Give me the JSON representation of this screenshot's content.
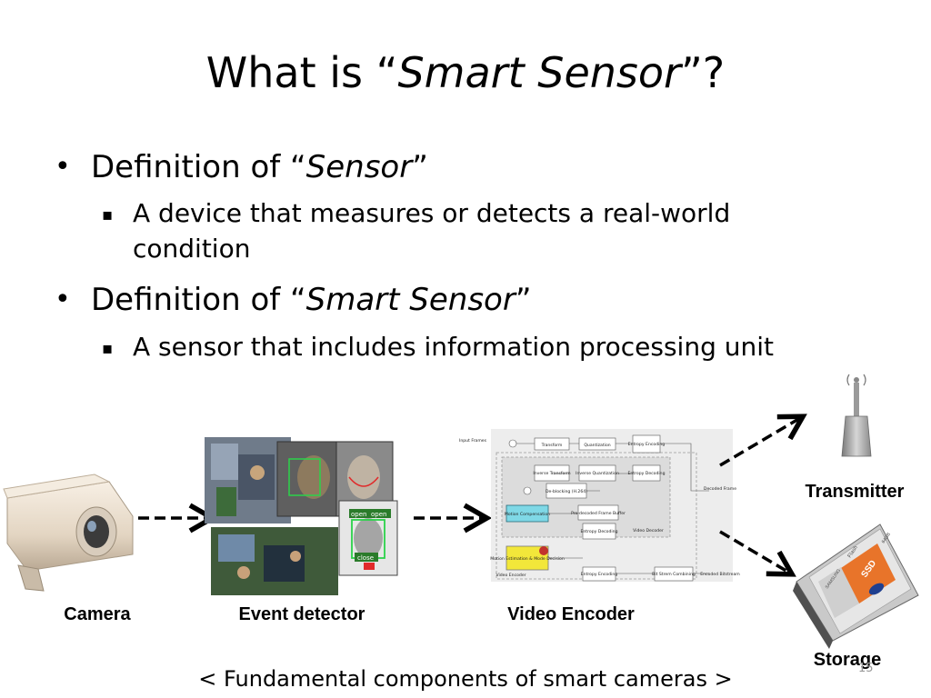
{
  "slide": {
    "title_before": "What is “",
    "title_em": "Smart Sensor",
    "title_after": "”?",
    "bullets": [
      {
        "marker": "•",
        "text_before": "Definition of “",
        "text_em": "Sensor",
        "text_after": "”",
        "sub": [
          {
            "marker": "▪",
            "lines": [
              "A device that measures or detects a real-world",
              "condition"
            ]
          }
        ]
      },
      {
        "marker": "•",
        "text_before": "Definition of “",
        "text_em": "Smart Sensor",
        "text_after": "”",
        "sub": [
          {
            "marker": "▪",
            "lines": [
              "A sensor that includes information processing unit"
            ]
          }
        ]
      }
    ]
  },
  "diagram": {
    "components": {
      "camera": "Camera",
      "event_detector": "Event detector",
      "video_encoder": "Video Encoder",
      "transmitter": "Transmitter",
      "storage": "Storage"
    },
    "event_detector_tags": {
      "open": "open",
      "close": "close"
    },
    "encoder_blocks": {
      "input_frames": "Input Frames",
      "transform": "Transform",
      "quantization": "Quantization",
      "entropy_encoding": "Entropy Encoding",
      "inverse_transform": "Inverse Transform",
      "inverse_quantization": "Inverse Quantization",
      "entropy_decoding": "Entropy Decoding",
      "deblocking": "De-blocking (H.264)",
      "predecoded_buffer": "Pre-decoded Frame Buffer",
      "motion_compensation": "Motion Compensation",
      "motion_estimation": "Motion Estimation & Mode Decision",
      "video_decoder": "Video Decoder",
      "video_encoder_area": "Video Encoder",
      "decoded_frame": "Decoded Frame",
      "encoded_bitstream": "Encoded Bitstream",
      "bitstream_combining": "Bit Strem Combining"
    },
    "ssd_text": {
      "brand": "SAMSUNG",
      "model": "SSD",
      "flash": "Flash",
      "capacity": "64GB"
    },
    "caption": "< Fundamental components of smart cameras >",
    "page_number": "15"
  },
  "colors": {
    "motion_compensation_fill": "#7fd8e6",
    "motion_estimation_fill": "#f2e73a",
    "ssd_orange": "#e8742a",
    "arrow": "#000000"
  },
  "icons": [
    "antenna-icon",
    "camera-icon",
    "ssd-icon"
  ]
}
